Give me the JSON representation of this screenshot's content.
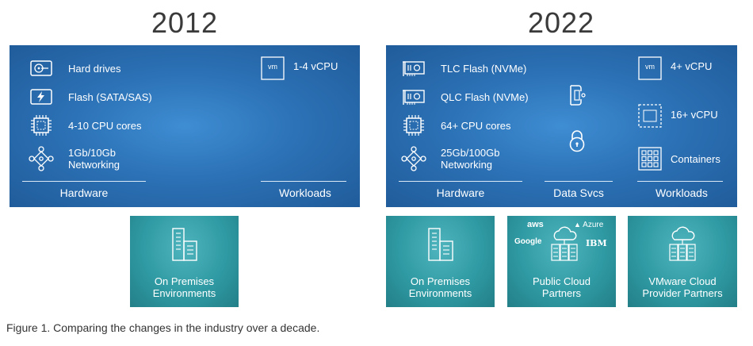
{
  "years": {
    "left": "2012",
    "right": "2022"
  },
  "panel2012": {
    "items": [
      {
        "label": "Hard drives",
        "icon": "hard-drive-icon"
      },
      {
        "label": "Flash (SATA/SAS)",
        "icon": "flash-drive-icon"
      },
      {
        "label": "4-10 CPU cores",
        "icon": "cpu-chip-icon"
      },
      {
        "label": "1Gb/10Gb\nNetworking",
        "icon": "network-icon"
      }
    ],
    "workload": {
      "label": "1-4 vCPU",
      "icon": "vm-box-icon",
      "vm_text": "vm"
    },
    "footer": {
      "hardware": "Hardware",
      "workloads": "Workloads"
    }
  },
  "panel2022": {
    "items": [
      {
        "label": "TLC Flash (NVMe)",
        "icon": "nvme-card-icon"
      },
      {
        "label": "QLC Flash (NVMe)",
        "icon": "nvme-card-icon"
      },
      {
        "label": "64+ CPU cores",
        "icon": "cpu-chip-icon"
      },
      {
        "label": "25Gb/100Gb\nNetworking",
        "icon": "network-icon"
      }
    ],
    "data_services": {
      "icons": [
        "storage-clamp-icon",
        "lock-icon"
      ]
    },
    "workloads": [
      {
        "label": "4+ vCPU",
        "icon": "vm-box-icon",
        "vm_text": "vm"
      },
      {
        "label": "16+ vCPU",
        "icon": "vm-box-dashed-icon"
      },
      {
        "label": "Containers",
        "icon": "containers-icon"
      }
    ],
    "footer": {
      "hardware": "Hardware",
      "data_svcs": "Data Svcs",
      "workloads": "Workloads"
    }
  },
  "tiles": [
    {
      "label": "On Premises\nEnvironments",
      "icon": "office-building-icon"
    },
    {
      "label": "On Premises\nEnvironments",
      "icon": "office-building-icon"
    },
    {
      "label": "Public Cloud\nPartners",
      "icon": "cloud-datacenter-icon",
      "logos": [
        "aws",
        "Azure",
        "Google",
        "IBM"
      ]
    },
    {
      "label": "VMware Cloud\nProvider Partners",
      "icon": "cloud-datacenter-icon"
    }
  ],
  "caption": "Figure 1.  Comparing the changes in the industry over a decade.",
  "colors": {
    "panel": "#2c72b6",
    "tile": "#2f9aa3",
    "year_text": "#3a3a3a"
  }
}
